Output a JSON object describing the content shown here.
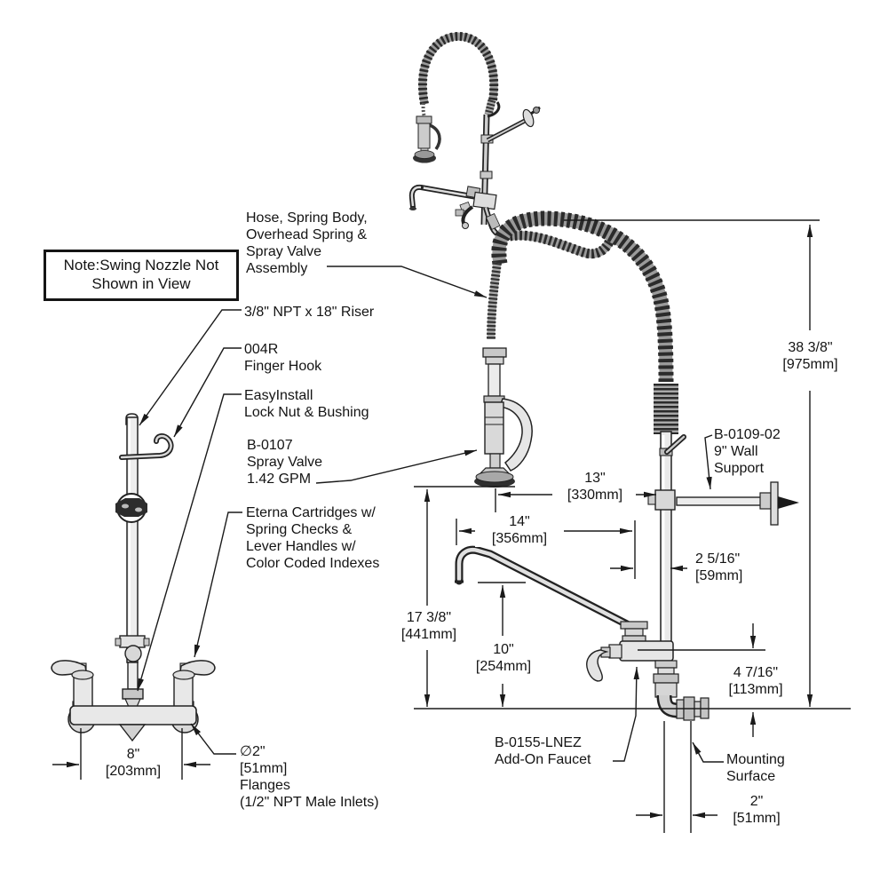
{
  "note": {
    "line1": "Note:Swing Nozzle Not",
    "line2": "Shown in View"
  },
  "callouts": {
    "hose_assembly": {
      "lines": [
        "Hose, Spring Body,",
        "Overhead Spring &",
        "Spray Valve",
        "Assembly"
      ]
    },
    "riser": {
      "label": "3/8\" NPT x 18\" Riser"
    },
    "finger_hook": {
      "lines": [
        "004R",
        "Finger Hook"
      ]
    },
    "easy_install": {
      "lines": [
        "EasyInstall",
        "Lock Nut & Bushing"
      ]
    },
    "spray_valve": {
      "lines": [
        "B-0107",
        "Spray Valve",
        "1.42 GPM"
      ]
    },
    "eterna": {
      "lines": [
        "Eterna Cartridges w/",
        "Spring Checks &",
        "Lever Handles w/",
        "Color Coded Indexes"
      ]
    },
    "wall_support": {
      "lines": [
        "B-0109-02",
        "9\" Wall",
        "Support"
      ]
    },
    "addon_faucet": {
      "lines": [
        "B-0155-LNEZ",
        "Add-On Faucet"
      ]
    },
    "mounting_surface": {
      "lines": [
        "Mounting",
        "Surface"
      ]
    },
    "flanges": {
      "lines": [
        "∅2\"",
        "[51mm]",
        "Flanges",
        "(1/2\" NPT Male Inlets)"
      ]
    }
  },
  "dimensions": {
    "overall_height": {
      "in": "38 3/8\"",
      "mm": "[975mm]"
    },
    "valve_to_riser": {
      "in": "13\"",
      "mm": "[330mm]"
    },
    "spout_length": {
      "in": "14\"",
      "mm": "[356mm]"
    },
    "riser_offset": {
      "in": "2 5/16\"",
      "mm": "[59mm]"
    },
    "clearance": {
      "in": "17 3/8\"",
      "mm": "[441mm]"
    },
    "spout_height": {
      "in": "10\"",
      "mm": "[254mm]"
    },
    "faucet_height": {
      "in": "4 7/16\"",
      "mm": "[113mm]"
    },
    "inlet_nipple": {
      "in": "2\"",
      "mm": "[51mm]"
    },
    "inlet_centers": {
      "in": "8\"",
      "mm": "[203mm]"
    }
  },
  "colors": {
    "line": "#1a1a1a",
    "metal_light": "#e9e9e9",
    "metal_mid": "#c8c8c8",
    "coil_dark": "#2b2b2b"
  }
}
